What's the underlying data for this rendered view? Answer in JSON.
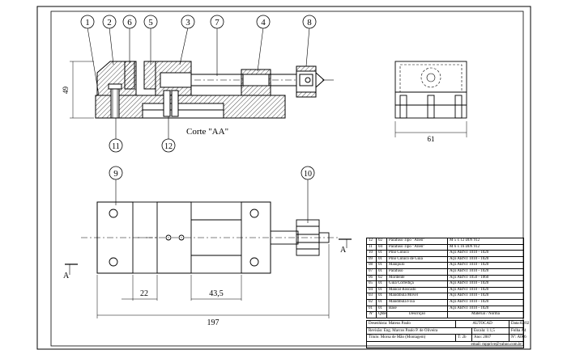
{
  "balloons": {
    "b1": "1",
    "b2": "2",
    "b6": "6",
    "b5": "5",
    "b3": "3",
    "b7": "7",
    "b4": "4",
    "b8": "8",
    "b11": "11",
    "b12": "12",
    "b9": "9",
    "b10": "10"
  },
  "section_label": "Corte \"AA\"",
  "section_marks": {
    "left": "A",
    "right": "A"
  },
  "dimensions": {
    "height_49": "49",
    "width_61": "61",
    "d22": "22",
    "d43_5": "43,5",
    "d197": "197"
  },
  "parts_list": {
    "rows": [
      [
        "12",
        "02",
        "Parafuso Tipo \"Allen\"",
        "M 5 x 12   DIN 912"
      ],
      [
        "11",
        "04",
        "Parafuso Tipo \"Allen\"",
        "M 6 x 16   DIN 912"
      ],
      [
        "10",
        "01",
        "Pino Cônico",
        "Aço ABNT 1010 - 1020"
      ],
      [
        "09",
        "01",
        "Pino Cônico de Guia",
        "Aço ABNT 1010 - 1020"
      ],
      [
        "08",
        "01",
        "Manípulo",
        "Aço ABNT 1010 - 1020"
      ],
      [
        "07",
        "01",
        "Parafuso",
        "Aço ABNT 1010 - 1020"
      ],
      [
        "06",
        "02",
        "Mordente",
        "Aço ABNT 1050 - 1060"
      ],
      [
        "05",
        "01",
        "Guia Corrediça",
        "Aço ABNT 1010 - 1020"
      ],
      [
        "04",
        "01",
        "Mancal Roscado",
        "Aço ABNT 1010 - 1020"
      ],
      [
        "03",
        "01",
        "Mandíbula Móvel",
        "Aço ABNT 1010 - 1020"
      ],
      [
        "02",
        "01",
        "Mandíbula Fixa",
        "Aço ABNT 1010 - 1020"
      ],
      [
        "01",
        "01",
        "Base",
        "Aço ABNT 1010 - 1020"
      ]
    ],
    "header": [
      "Nº",
      "Qtde.",
      "Descrição",
      "Material / Norma"
    ]
  },
  "title_block": {
    "drawn": "Desenhista: Mateus Paulo",
    "cad": "AUTOCAD",
    "date": "Data:02/02",
    "revision": "Revisão: Eng. Marcos Paulo P. de Oliveira",
    "scale": "Escala: 1:1,5",
    "sheet": "Folha A4",
    "title": "Título: Morsa de Mão (Montagem)",
    "turma": "T: 2b",
    "year": "Ano: 2007",
    "number": "Nº: A066",
    "email": "email: mpprive@yahoo.com.br"
  }
}
